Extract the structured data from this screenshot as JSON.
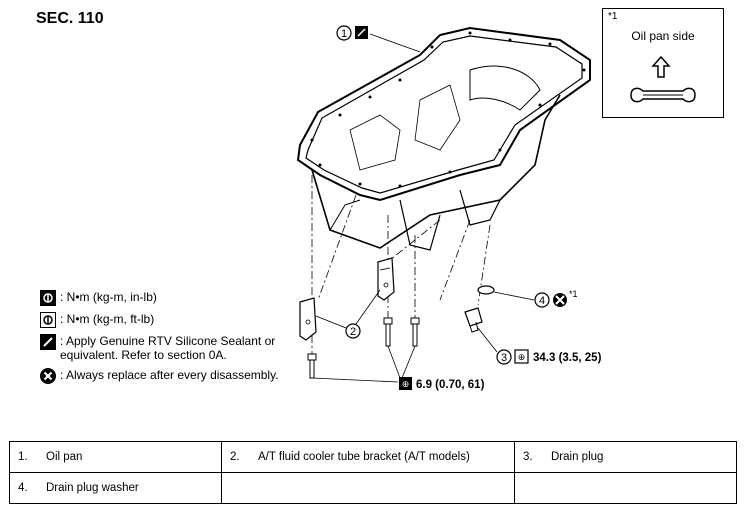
{
  "section": "SEC. 110",
  "inset": {
    "star": "*1",
    "label": "Oil pan side"
  },
  "callouts": {
    "c1": "1",
    "c2": "2",
    "c3": "3",
    "c4": "4",
    "c4_star": "*1",
    "torque_drain": "34.3 (3.5, 25)",
    "torque_bolts": "6.9 (0.70, 61)"
  },
  "legend": [
    {
      "icon": "torque-in-lb-icon",
      "text": ": N•m (kg-m, in-lb)"
    },
    {
      "icon": "torque-ft-lb-icon",
      "text": ": N•m (kg-m, ft-lb)"
    },
    {
      "icon": "sealant-icon",
      "text": ": Apply Genuine RTV Silicone Sealant or equivalent. Refer to section 0A."
    },
    {
      "icon": "replace-icon",
      "text": ": Always replace after every disassembly."
    }
  ],
  "parts": [
    [
      {
        "num": "1.",
        "name": "Oil pan"
      },
      {
        "num": "2.",
        "name": "A/T fluid cooler tube bracket (A/T models)"
      },
      {
        "num": "3.",
        "name": "Drain plug"
      }
    ],
    [
      {
        "num": "4.",
        "name": "Drain plug washer"
      },
      {
        "num": "",
        "name": ""
      },
      {
        "num": "",
        "name": ""
      }
    ]
  ]
}
